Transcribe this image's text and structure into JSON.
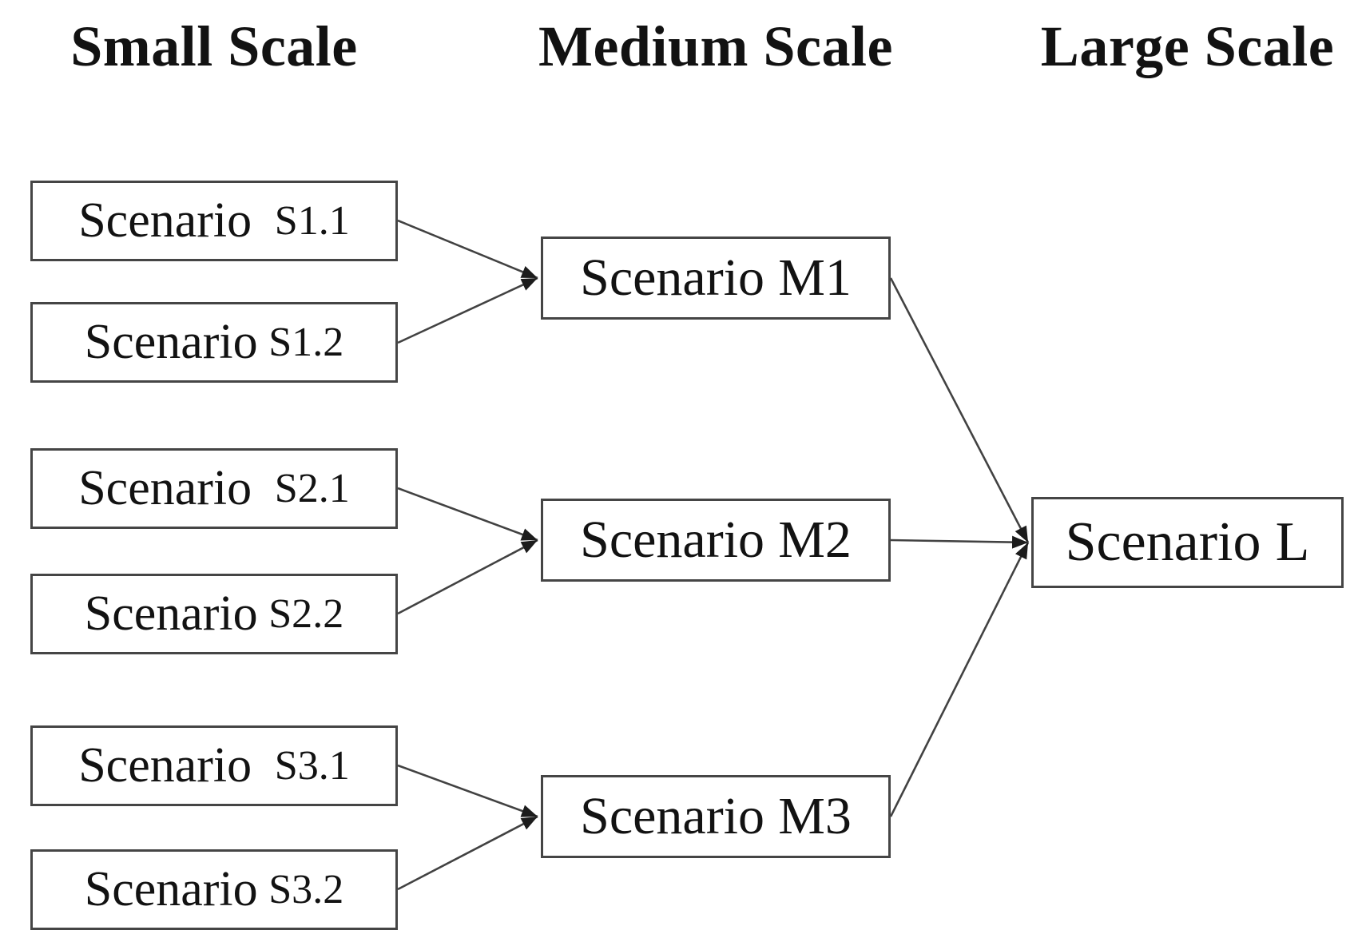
{
  "headers": {
    "small": "Small Scale",
    "medium": "Medium Scale",
    "large": "Large Scale"
  },
  "nodes": {
    "s1_1": {
      "name": "Scenario",
      "code": "S1.1"
    },
    "s1_2": {
      "name": "Scenario",
      "code": "S1.2"
    },
    "s2_1": {
      "name": "Scenario",
      "code": "S2.1"
    },
    "s2_2": {
      "name": "Scenario",
      "code": "S2.2"
    },
    "s3_1": {
      "name": "Scenario",
      "code": "S3.1"
    },
    "s3_2": {
      "name": "Scenario",
      "code": "S3.2"
    },
    "m1": {
      "name": "Scenario",
      "code": "M1"
    },
    "m2": {
      "name": "Scenario",
      "code": "M2"
    },
    "m3": {
      "name": "Scenario",
      "code": "M3"
    },
    "l": {
      "name": "Scenario",
      "code": "L"
    }
  },
  "edges": [
    {
      "from": "Scenario S1.1",
      "to": "Scenario M1"
    },
    {
      "from": "Scenario S1.2",
      "to": "Scenario M1"
    },
    {
      "from": "Scenario S2.1",
      "to": "Scenario M2"
    },
    {
      "from": "Scenario S2.2",
      "to": "Scenario M2"
    },
    {
      "from": "Scenario S3.1",
      "to": "Scenario M3"
    },
    {
      "from": "Scenario S3.2",
      "to": "Scenario M3"
    },
    {
      "from": "Scenario M1",
      "to": "Scenario L"
    },
    {
      "from": "Scenario M2",
      "to": "Scenario L"
    },
    {
      "from": "Scenario M3",
      "to": "Scenario L"
    }
  ],
  "colors": {
    "background": "#ffffff",
    "text": "#121212",
    "box_border": "#454545",
    "line": "#424242"
  }
}
